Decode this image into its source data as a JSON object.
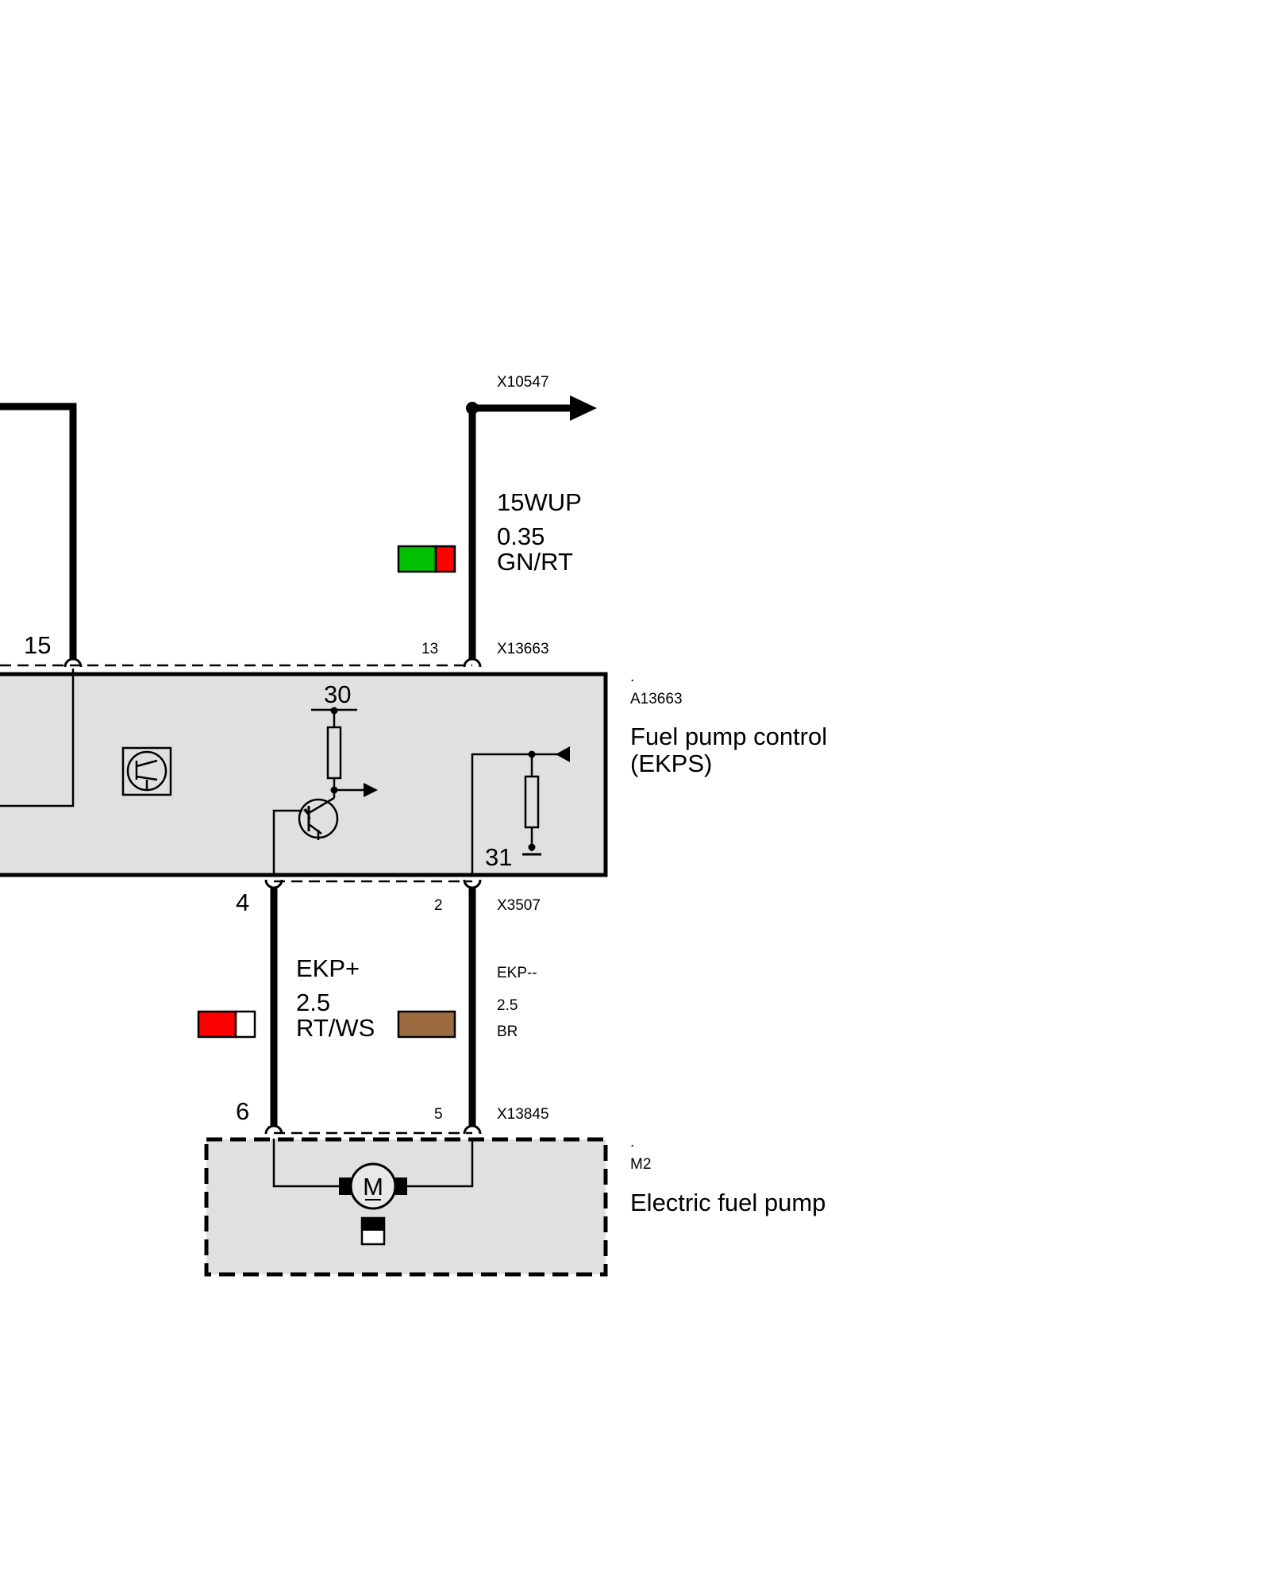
{
  "components": {
    "fuel_pump_control": {
      "dot": ".",
      "id": "A13663",
      "name_line1": "Fuel pump control",
      "name_line2": "(EKPS)",
      "terminal_30": "30",
      "terminal_31": "31"
    },
    "electric_fuel_pump": {
      "dot": ".",
      "id": "M2",
      "name": "Electric fuel pump",
      "motor_symbol": "M"
    }
  },
  "connectors": {
    "x10547": "X10547",
    "x13663": "X13663",
    "x3507": "X3507",
    "x13845": "X13845"
  },
  "pins": {
    "p15": "15",
    "p13": "13",
    "p4": "4",
    "p2": "2",
    "p6": "6",
    "p5": "5"
  },
  "wires": {
    "w15wup": {
      "signal": "15WUP",
      "size": "0.35",
      "color_code": "GN/RT",
      "color1": "#00c000",
      "color2": "#ff0000"
    },
    "wekp_plus": {
      "signal": "EKP+",
      "size": "2.5",
      "color_code": "RT/WS",
      "color1": "#ff0000",
      "color2": "#ffffff"
    },
    "wekp_minus": {
      "signal": "EKP--",
      "size": "2.5",
      "color_code": "BR",
      "color1": "#9b6b3f",
      "color2": "#9b6b3f"
    }
  }
}
